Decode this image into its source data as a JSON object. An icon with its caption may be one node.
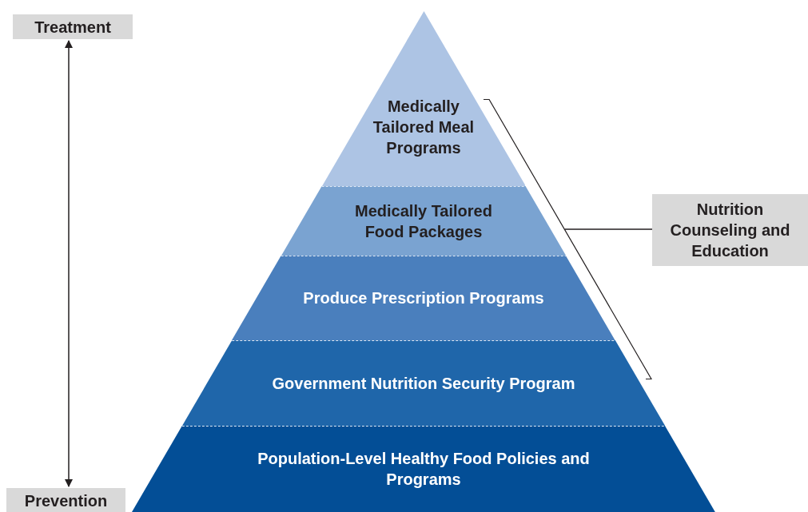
{
  "diagram": {
    "nodes": [
      {
        "text": [
          "Treatment"
        ]
      },
      {
        "text": [
          "Prevention"
        ]
      },
      {
        "text": [
          "Medically Tailored Meal Programs"
        ]
      },
      {
        "text": [
          "Medically Tailored Food Packages"
        ]
      },
      {
        "text": [
          "Produce Prescription Programs"
        ]
      },
      {
        "text": [
          "Government Nutrition Security Program"
        ]
      },
      {
        "text": [
          "Population-Level Healthy Food Policies and Programs"
        ]
      },
      {
        "text": [
          "Nutrition Counseling and Education"
        ]
      },
      {
        "text": [],
        "shape": "bracket"
      }
    ],
    "edges": [
      {
        "from": 0,
        "to": 1,
        "arrow": "both"
      },
      {
        "from": 7,
        "to": 8,
        "arrow": "none"
      }
    ]
  }
}
